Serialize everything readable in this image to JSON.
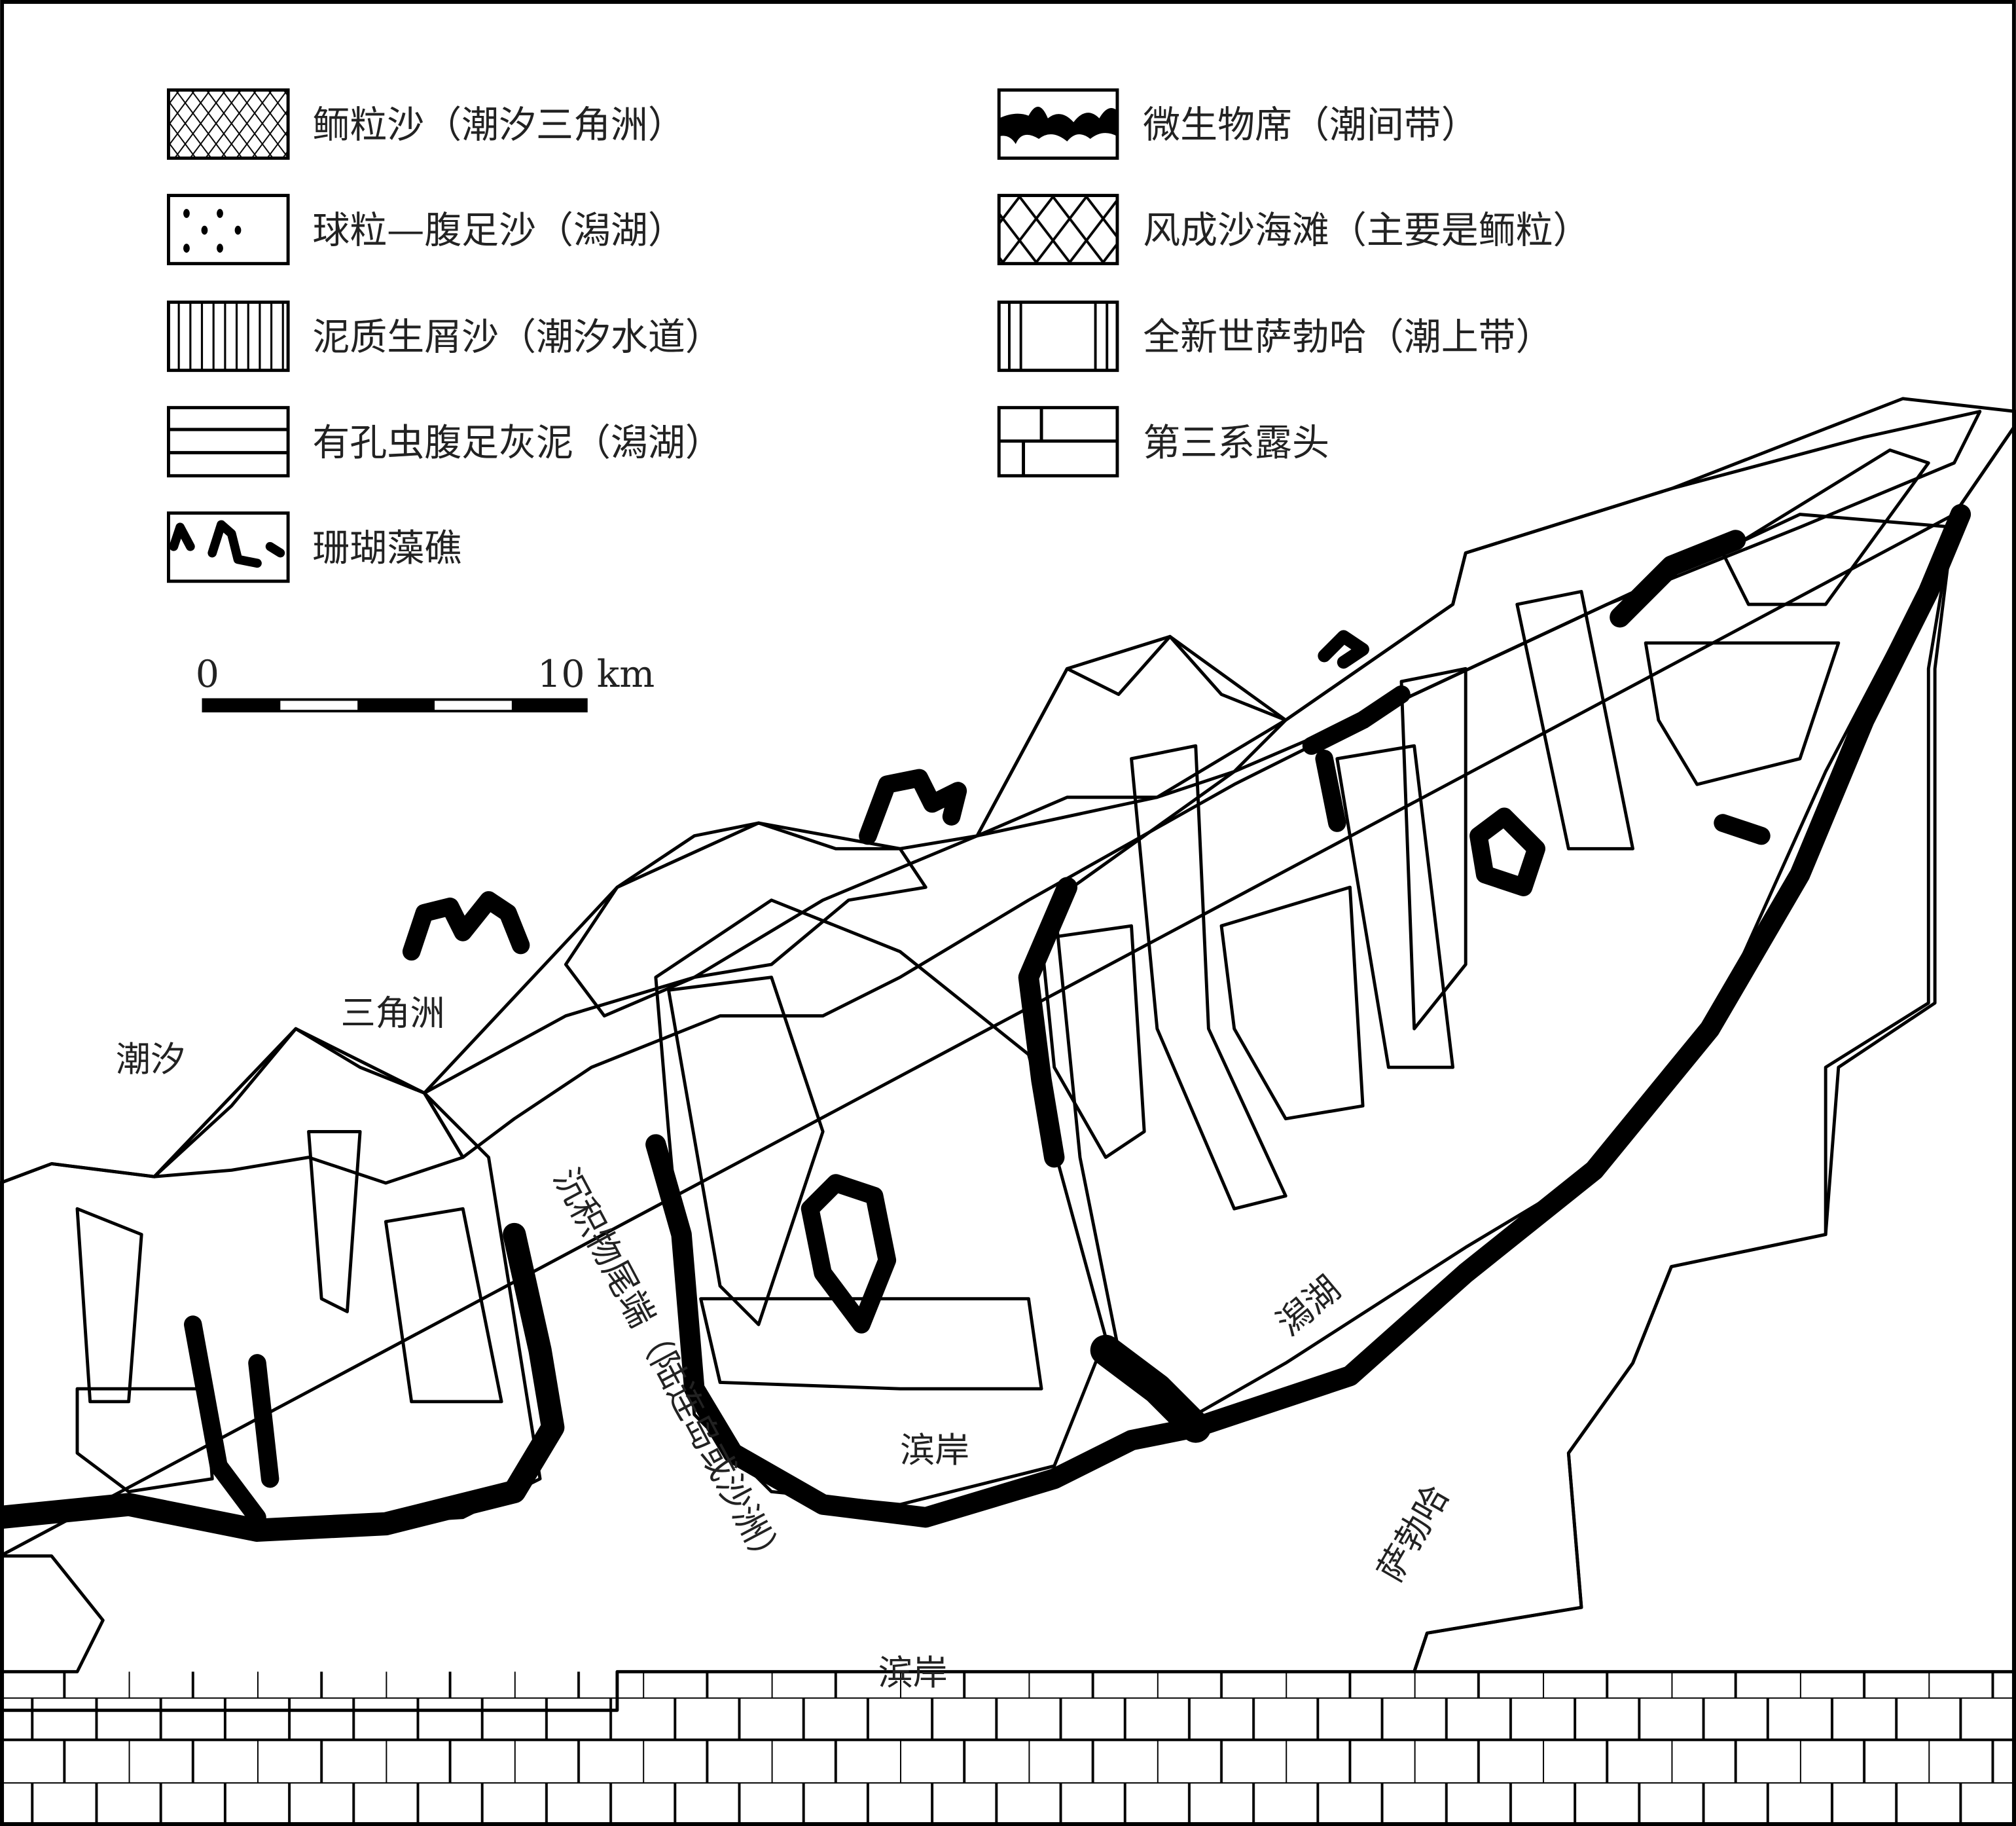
{
  "legend": {
    "items": [
      {
        "key": "ooid",
        "label": "鲕粒沙（潮汐三角洲）"
      },
      {
        "key": "pellet",
        "label": "球粒—腹足沙（潟湖）"
      },
      {
        "key": "muddy",
        "label": "泥质生屑沙（潮汐水道）"
      },
      {
        "key": "foram",
        "label": "有孔虫腹足灰泥（潟湖）"
      },
      {
        "key": "reef",
        "label": "珊瑚藻礁"
      },
      {
        "key": "microbial",
        "label": "微生物席（潮间带）"
      },
      {
        "key": "eolian",
        "label": "风成沙海滩（主要是鲕粒）"
      },
      {
        "key": "sabkha",
        "label": "全新世萨勃哈（潮上带）"
      },
      {
        "key": "tertiary",
        "label": "第三系露头"
      }
    ]
  },
  "scale_bar": {
    "start_label": "0",
    "end_label": "10 km"
  },
  "map_labels": {
    "tidal": "潮汐",
    "delta": "三角洲",
    "spit": "沉积物尾端（陆连岛或沙洲）",
    "shore1": "滨岸",
    "lagoon": "潟湖",
    "shore2": "滨岸",
    "sabkha": "萨勃哈"
  },
  "colors": {
    "ink": "#000000",
    "paper": "#ffffff"
  }
}
